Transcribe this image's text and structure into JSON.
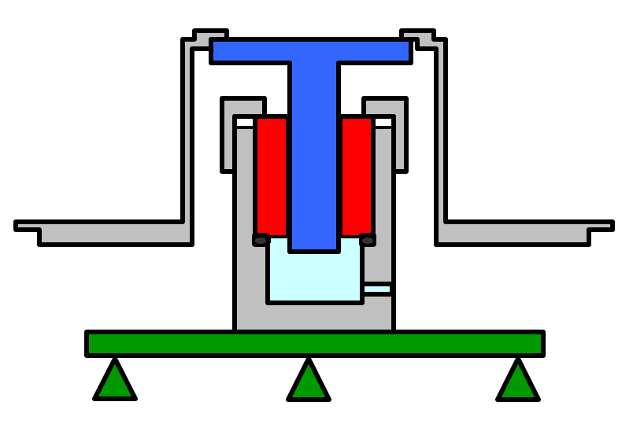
{
  "diagram": {
    "colors": {
      "housing": "#c0c0c0",
      "plunger": "#3366ff",
      "coil": "#ff0000",
      "fluid_chamber": "#ccffff",
      "base": "#009900",
      "outline": "#000000",
      "seal": "#333333"
    },
    "parts": [
      "outer-housing",
      "inner-cup",
      "coil",
      "t-plunger",
      "fluid-chamber",
      "seal",
      "base-plate",
      "support-foot"
    ]
  }
}
